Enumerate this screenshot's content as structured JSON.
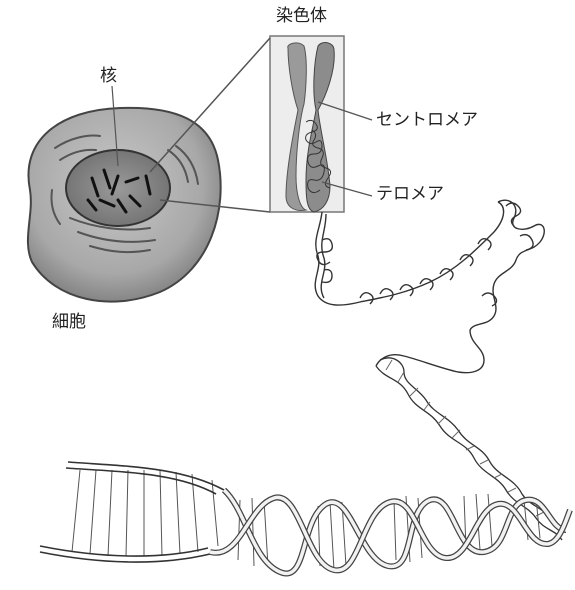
{
  "labels": {
    "chromosome": "染色体",
    "nucleus": "核",
    "centromere": "セントロメア",
    "telomere": "テロメア",
    "cell": "細胞"
  }
}
